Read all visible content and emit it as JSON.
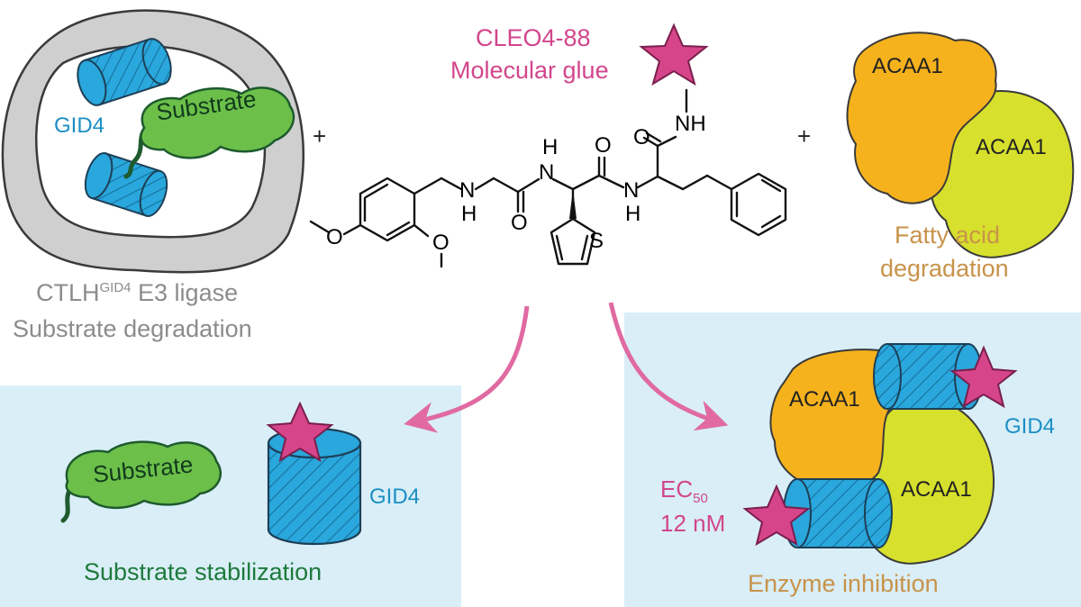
{
  "ligase": {
    "gid4_label": "GID4",
    "substrate_label": "Substrate",
    "caption_main": "CTLH",
    "caption_sup": "GID4",
    "caption_rest": " E3 ligase",
    "caption_line2": "Substrate degradation"
  },
  "glue": {
    "name": "CLEO4-88",
    "subtitle": "Molecular glue",
    "atoms": {
      "nh_top": "NH",
      "h1": "H",
      "n1": "N",
      "n2": "N",
      "h2": "H",
      "o1": "O",
      "o2": "O",
      "n3": "N",
      "h3": "H",
      "o3": "O",
      "s": "S",
      "o4": "O",
      "o5": "O"
    }
  },
  "plus_signs": [
    "+",
    "+"
  ],
  "acaa1_dimer": {
    "labels": [
      "ACAA1",
      "ACAA1"
    ],
    "caption_line1": "Fatty acid",
    "caption_line2": "degradation"
  },
  "stabilization_panel": {
    "substrate_label": "Substrate",
    "gid4_label": "GID4",
    "caption": "Substrate stabilization"
  },
  "inhibition_panel": {
    "acaa1_labels": [
      "ACAA1",
      "ACAA1"
    ],
    "gid4_label": "GID4",
    "ec_label": "EC",
    "ec_sub": "50",
    "ec_value": "12 nM",
    "caption": "Enzyme inhibition"
  },
  "colors": {
    "panel_bg": "#d9eef7",
    "ring_grey": "#cfcfcf",
    "ring_stroke": "#3a3a3a",
    "gid4_blue": "#2aa7dc",
    "substrate_green": "#6cc04a",
    "acaa1_orange": "#f6b21d",
    "acaa1_yellow": "#d7e02c",
    "star_pink": "#d6458a",
    "arrow_pink": "#e06aa1"
  }
}
